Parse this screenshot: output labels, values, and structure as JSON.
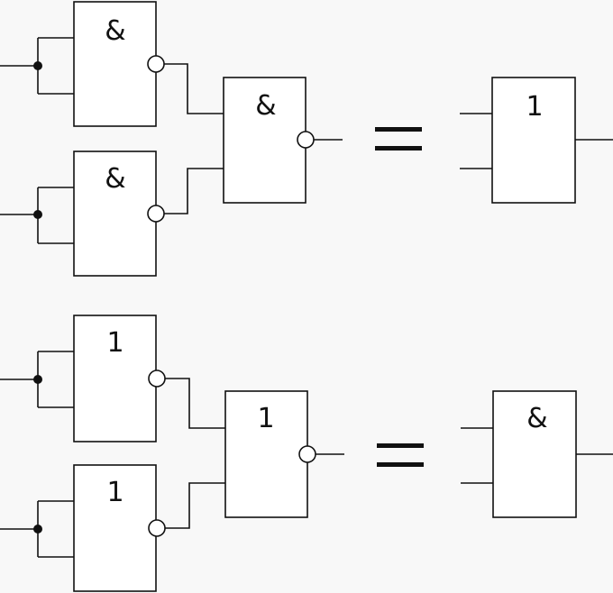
{
  "diagram": {
    "top": {
      "gate_a": {
        "symbol": "&"
      },
      "gate_b": {
        "symbol": "&"
      },
      "gate_out": {
        "symbol": "&"
      },
      "equivalent": {
        "symbol": "1"
      }
    },
    "bottom": {
      "gate_a": {
        "symbol": "1"
      },
      "gate_b": {
        "symbol": "1"
      },
      "gate_out": {
        "symbol": "1"
      },
      "equivalent": {
        "symbol": "&"
      }
    }
  },
  "colors": {
    "stroke": "#111111",
    "background": "#f8f8f8"
  }
}
